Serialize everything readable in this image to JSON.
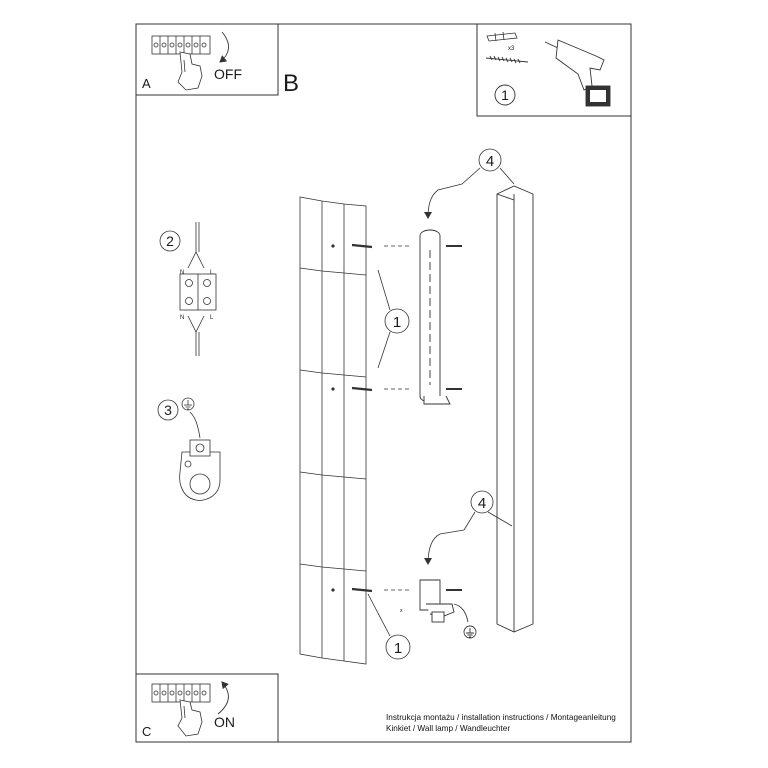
{
  "panels": {
    "a": {
      "letter": "A",
      "action": "OFF"
    },
    "b": {
      "letter": "B"
    },
    "c": {
      "letter": "C",
      "action": "ON"
    }
  },
  "tools": {
    "step": "1",
    "quantity": "x3"
  },
  "steps": {
    "wiring": "2",
    "ground": "3",
    "mount_top": "1",
    "mount_bottom": "1",
    "tube_top": "4",
    "tube_bottom": "4"
  },
  "wire_labels": {
    "n": "N",
    "l": "L"
  },
  "footer": {
    "line1": "Instrukcja montażu / installation instructions / Montageanleitung",
    "line2": "Kinkiet / Wall lamp / Wandleuchter"
  }
}
